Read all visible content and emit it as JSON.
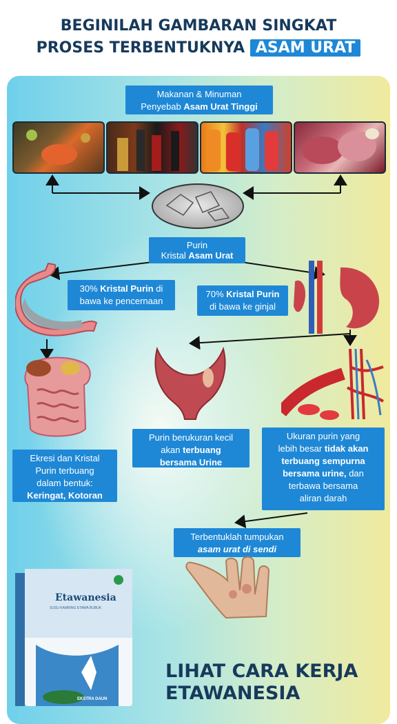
{
  "header": {
    "line1": "BEGINILAH GAMBARAN SINGKAT",
    "line2": "PROSES TERBENTUKNYA",
    "highlight": "ASAM URAT"
  },
  "food": {
    "line1": "Makanan & Minuman",
    "line2_prefix": "Penyebab",
    "line2_bold": "Asam Urat Tinggi",
    "photos": [
      "seafood-photo",
      "alcohol-bottles-photo",
      "soda-bottles-photo",
      "red-meat-photo"
    ]
  },
  "purin": {
    "line1": "Purin",
    "line2_prefix": "Kristal",
    "line2_bold": "Asam Urat"
  },
  "left_branch": {
    "pct": "30%",
    "bold": "Kristal Purin",
    "after": "di",
    "line2": "bawa ke pencernaan"
  },
  "right_branch": {
    "pct": "70%",
    "bold": "Kristal Purin",
    "line2": "di bawa ke ginjal"
  },
  "excretion": {
    "line1": "Ekresi dan Kristal",
    "line2": "Purin terbuang",
    "line3": "dalam bentuk:",
    "line4": "Keringat, Kotoran"
  },
  "small": {
    "line1": "Purin berukuran kecil",
    "line2_prefix": "akan",
    "line2_bold": "terbuang",
    "line3": "bersama Urine"
  },
  "large": {
    "line1": "Ukuran purin yang",
    "line2_prefix": "lebih besar",
    "line2_bold": "tidak akan",
    "line3": "terbuang sempurna",
    "line4_bold": "bersama urine,",
    "line4_suffix": "dan",
    "line5": "terbawa bersama",
    "line6": "aliran darah"
  },
  "joint": {
    "line1": "Terbentuklah tumpukan",
    "line2": "asam urat di sendi"
  },
  "product": {
    "brand": "Etawanesia",
    "tag": "SUSU KAMBING ETAWA BUBUK",
    "bottom": "EKSTRA DAUN"
  },
  "cta": {
    "line1": "LIHAT CARA KERJA",
    "line2": "ETAWANESIA"
  },
  "colors": {
    "accent_blue": "#1e88d6",
    "navy": "#173a5c"
  }
}
